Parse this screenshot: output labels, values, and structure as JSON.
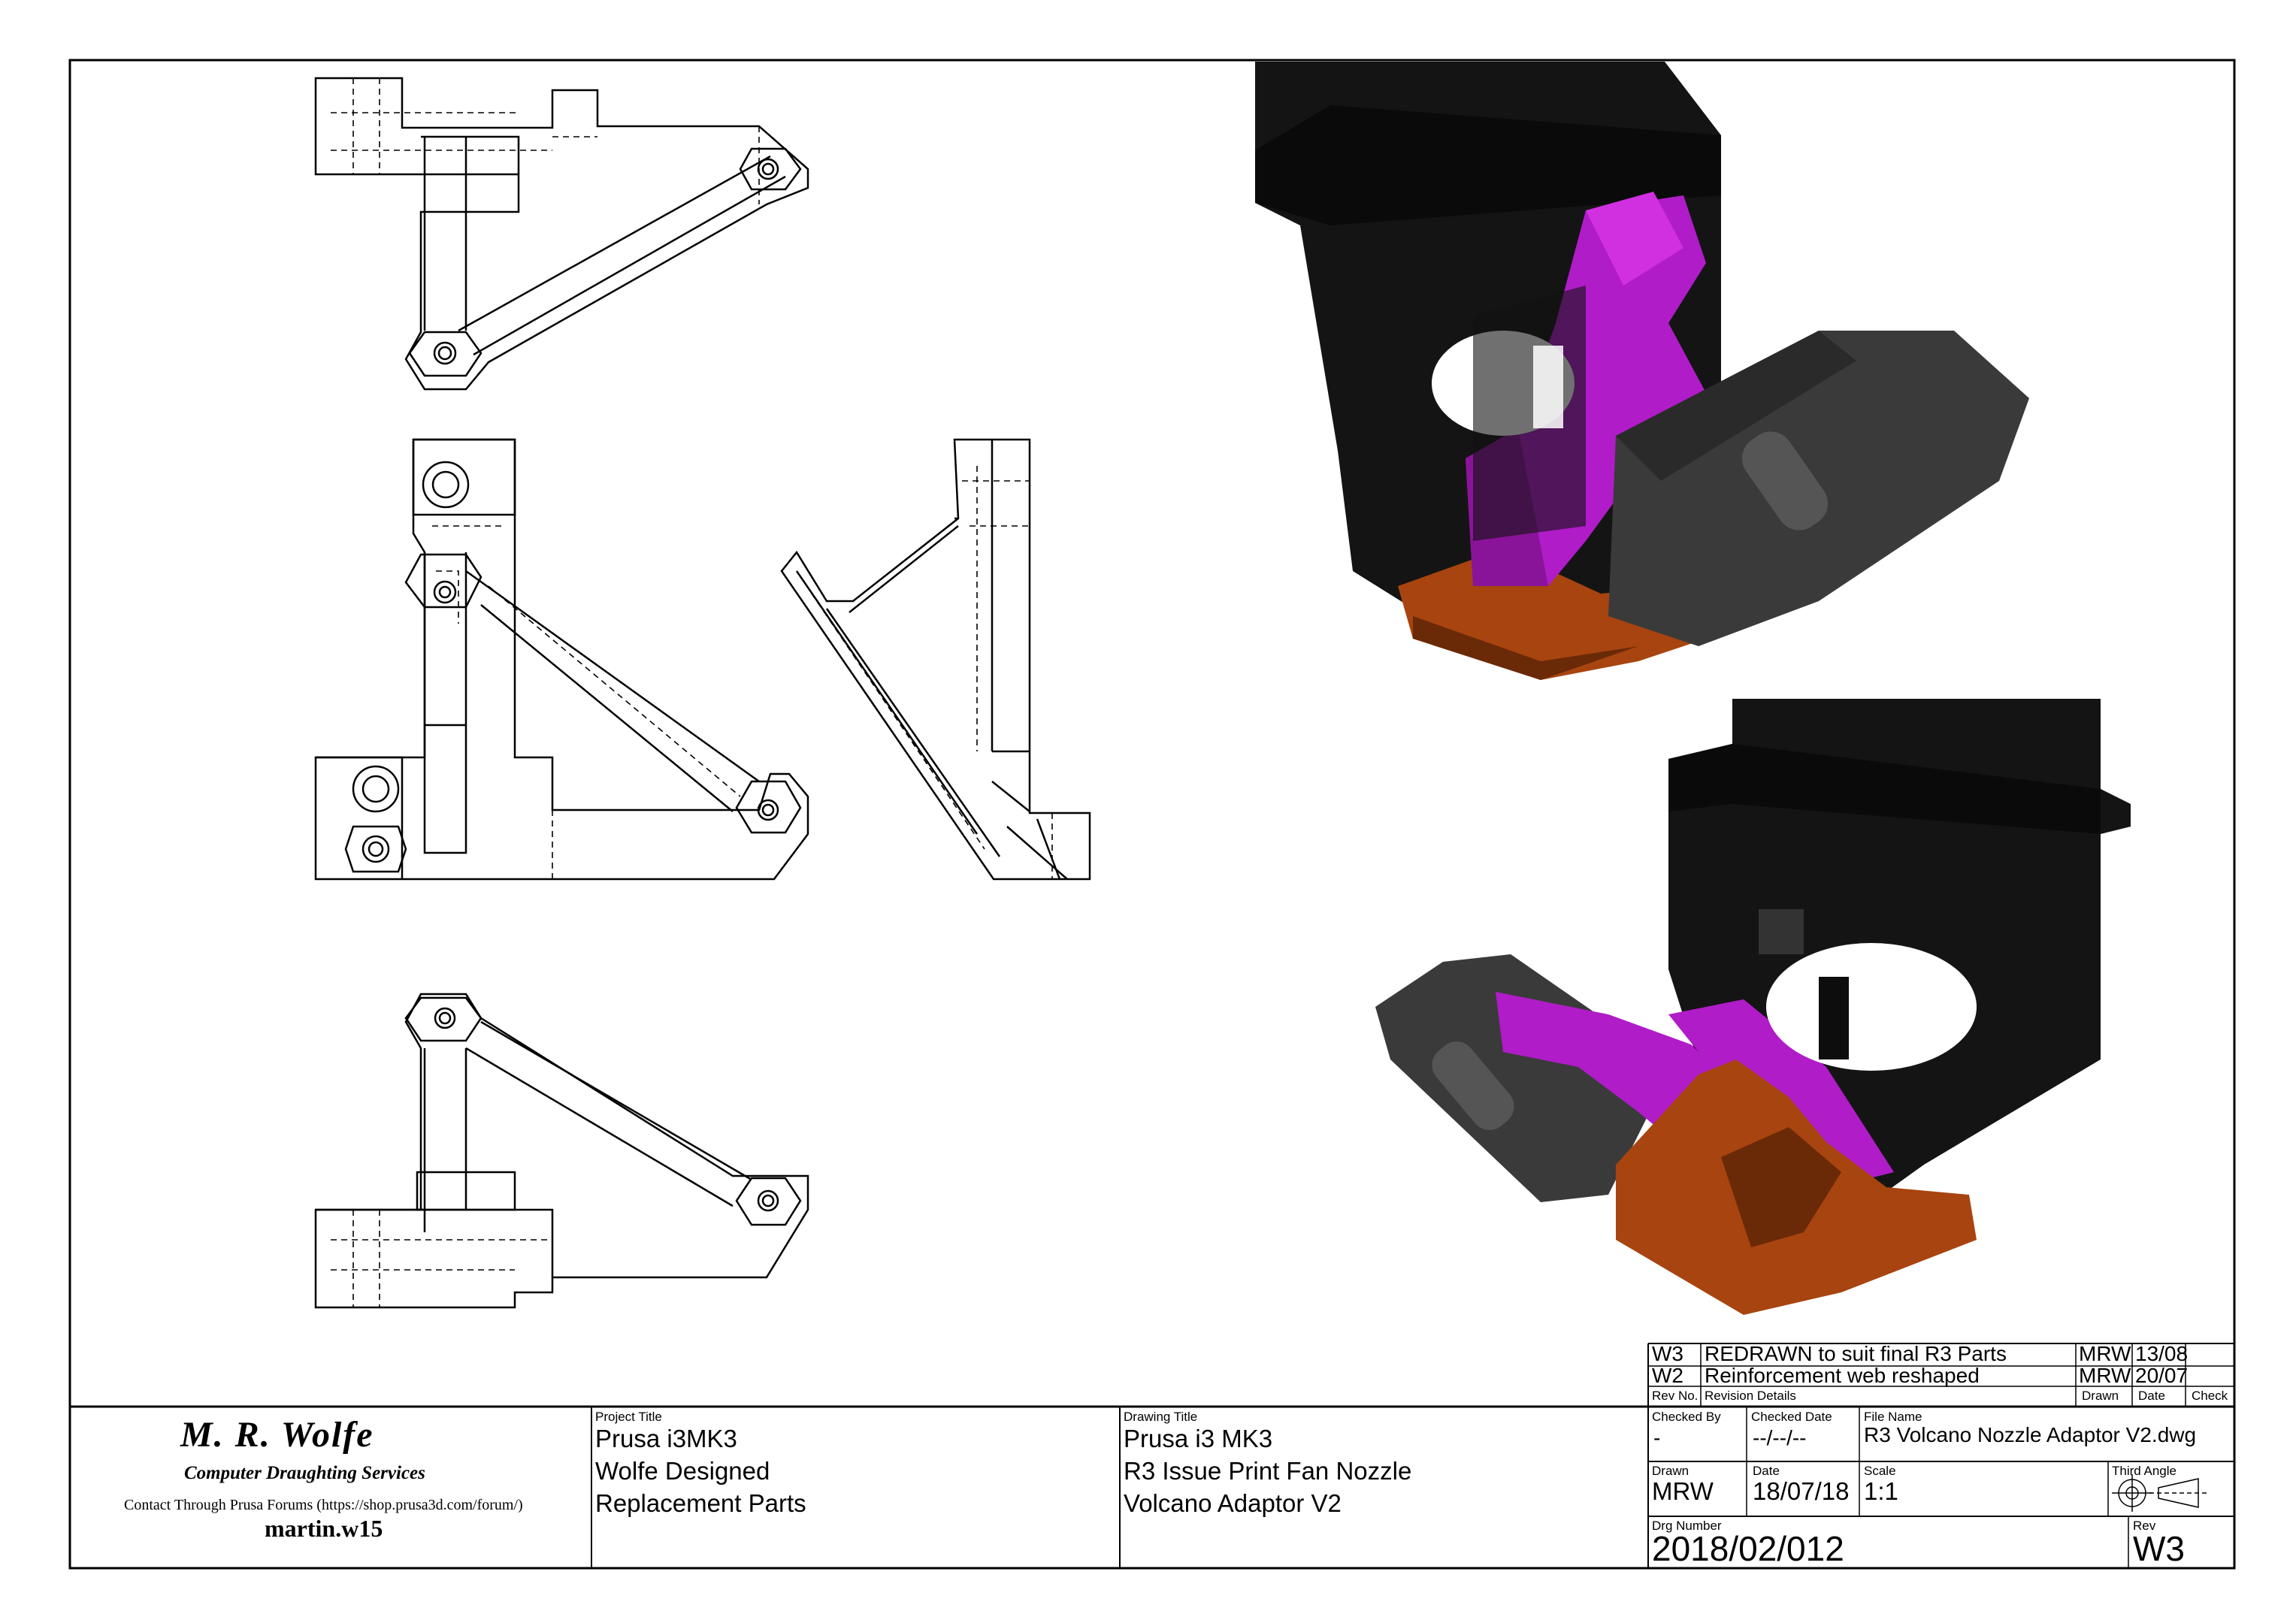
{
  "firm": {
    "name": "M. R. Wolfe",
    "tagline": "Computer Draughting Services",
    "contact": "Contact Through Prusa Forums (https://shop.prusa3d.com/forum/)",
    "user": "martin.w15"
  },
  "revisions": {
    "rows": [
      {
        "rev": "W3",
        "details": "REDRAWN to suit final R3 Parts",
        "drawn": "MRW",
        "date": "13/08"
      },
      {
        "rev": "W2",
        "details": "Reinforcement web reshaped",
        "drawn": "MRW",
        "date": "20/07"
      }
    ],
    "headers": {
      "rev": "Rev No.",
      "details": "Revision Details",
      "drawn": "Drawn",
      "date": "Date",
      "check": "Check"
    }
  },
  "project": {
    "label": "Project Title",
    "lines": [
      "Prusa i3MK3",
      "Wolfe Designed",
      "Replacement Parts"
    ]
  },
  "drawing": {
    "label": "Drawing Title",
    "lines": [
      "Prusa i3 MK3",
      "R3 Issue Print Fan Nozzle",
      "Volcano Adaptor V2"
    ]
  },
  "checked_by": {
    "label": "Checked By",
    "value": "-"
  },
  "checked_date": {
    "label": "Checked Date",
    "value": "--/--/--"
  },
  "file_name": {
    "label": "File Name",
    "value": "R3 Volcano Nozzle Adaptor V2.dwg"
  },
  "drawn": {
    "label": "Drawn",
    "value": "MRW"
  },
  "date": {
    "label": "Date",
    "value": "18/07/18"
  },
  "scale": {
    "label": "Scale",
    "value": "1:1"
  },
  "projection": {
    "label": "Third Angle"
  },
  "drg_number": {
    "label": "Drg Number",
    "value": "2018/02/012"
  },
  "rev": {
    "label": "Rev",
    "value": "W3"
  },
  "colors": {
    "line": "#000000",
    "magenta": "#b01cc8",
    "magenta_dark": "#6e0f7d",
    "orange": "#a8440f",
    "orange_dark": "#6a2a08",
    "black_body": "#141414",
    "grey_fan": "#3a3a3a"
  }
}
